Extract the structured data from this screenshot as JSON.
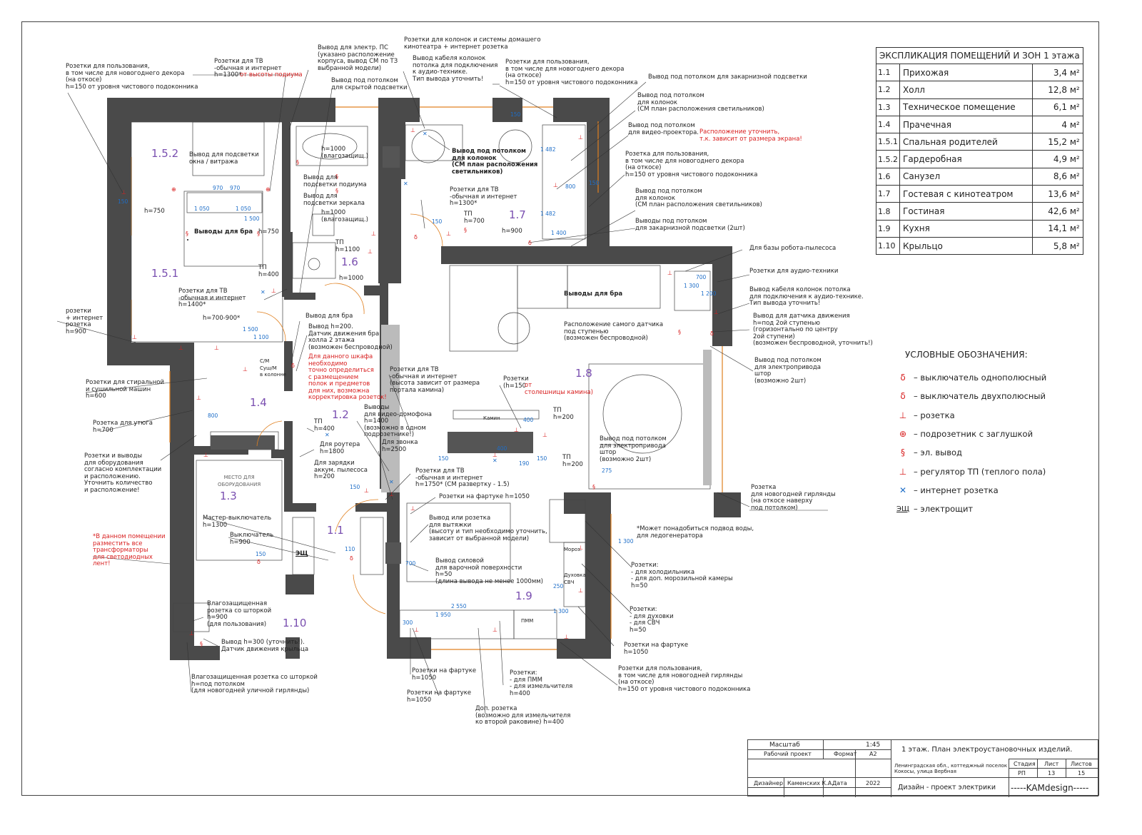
{
  "explication": {
    "title": "ЭКСПЛИКАЦИЯ ПОМЕЩЕНИЙ И ЗОН 1 этажа",
    "rows": [
      {
        "num": "1.1",
        "name": "Прихожая",
        "area": "3,4 м²"
      },
      {
        "num": "1.2",
        "name": "Холл",
        "area": "12,8 м²"
      },
      {
        "num": "1.3",
        "name": "Техническое помещение",
        "area": "6,1 м²"
      },
      {
        "num": "1.4",
        "name": "Прачечная",
        "area": "4 м²"
      },
      {
        "num": "1.5.1",
        "name": "Спальная родителей",
        "area": "15,2 м²"
      },
      {
        "num": "1.5.2",
        "name": "Гардеробная",
        "area": "4,9 м²"
      },
      {
        "num": "1.6",
        "name": "Санузел",
        "area": "8,6 м²"
      },
      {
        "num": "1.7",
        "name": "Гостевая с кинотеатром",
        "area": "13,6 м²"
      },
      {
        "num": "1.8",
        "name": "Гостиная",
        "area": "42,6 м²"
      },
      {
        "num": "1.9",
        "name": "Кухня",
        "area": "14,1 м²"
      },
      {
        "num": "1.10",
        "name": "Крыльцо",
        "area": "5,8 м²"
      }
    ]
  },
  "legend": {
    "title": "УСЛОВНЫЕ ОБОЗНАЧЕНИЯ:",
    "items": [
      {
        "icon": "switch-single-icon",
        "glyph": "δ",
        "label": "– выключатель однополюсный"
      },
      {
        "icon": "switch-double-icon",
        "glyph": "δ",
        "label": "– выключатель двухполюсный"
      },
      {
        "icon": "socket-icon",
        "glyph": "⊥",
        "label": "– розетка"
      },
      {
        "icon": "box-plug-icon",
        "glyph": "⊕",
        "label": "– подрозетник с заглушкой"
      },
      {
        "icon": "el-outlet-icon",
        "glyph": "§",
        "label": "– эл. вывод"
      },
      {
        "icon": "floor-heating-icon",
        "glyph": "⊥",
        "label": "– регулятор ТП (теплого пола)"
      },
      {
        "icon": "internet-socket-icon",
        "glyph": "✕",
        "label": "– интернет розетка"
      },
      {
        "icon": "panel-icon",
        "glyph": "ЭЩ",
        "label": "– электрощит"
      }
    ]
  },
  "rooms": [
    "1.5.2",
    "1.5.1",
    "1.6",
    "1.7",
    "1.8",
    "1.4",
    "1.2",
    "1.3",
    "1.1",
    "1.9",
    "1.10"
  ],
  "inner_labels": {
    "bath1": "h=1000\n(влагозащищ.)",
    "bath2": "h=1000\n(влагозащищ.)",
    "tp_1100": "ТП\nh=1100",
    "h1000": "h=1000",
    "tp_400": "ТП\nh=400",
    "h750a": "h=750",
    "h750b": "h=750",
    "bra": "Выводы для бра",
    "window_light": "Вывод для подсветки\nокна / витража",
    "tp_700": "ТП\nh=700",
    "h900": "h=900",
    "ceiling_speakers": "Вывод под потолком\nдля колонок\n(СМ план расположения\nсветильников)",
    "tv_guest": "Розетки для ТВ\n-обычная и интернет\nh=1300*",
    "bra2": "Выводы для бра",
    "tech_place": "МЕСТО ДЛЯ\nОБОРУДОВАНИЯ",
    "wash": "С/М\nСуш/М\nв колонне",
    "kamin": "Камин",
    "shield": "ЭЩ",
    "pmm": "ПММ",
    "fridge": "Мороз.",
    "oven": "Духовка\nСВЧ"
  },
  "dims": [
    "970",
    "970",
    "1 050",
    "1 050",
    "1 500",
    "1 100",
    "1 500",
    "150",
    "150",
    "150",
    "150",
    "1 482",
    "1 482",
    "800",
    "1 400",
    "700",
    "1 300",
    "1 200",
    "400",
    "400",
    "150",
    "190",
    "150",
    "275",
    "2 550",
    "1 950",
    "300",
    "1 300",
    "250",
    "1 300",
    "150",
    "800",
    "110",
    "150",
    "700"
  ],
  "annotations": {
    "a01": "Розетки для пользования,\nв том числе для новогоднего декора\n(на откосе)\nh=150 от уровня чистового подоконника",
    "a02": "Розетки для ТВ\n-обычная и интернет\nh=1300*",
    "a02r": "от высоты подиума",
    "a03": "Вывод для электр. ПС\n(указано расположение\nкорпуса, вывод СМ по ТЗ\nвыбранной модели)",
    "a04": "Вывод под потолком\nдля скрытой подсветки",
    "a05": "Розетки для колонок и системы домашего\nкинотеатра + интернет розетка",
    "a06": "Вывод кабеля колонок\nпотолка для подключения\nк аудио-технике.\nТип вывода уточнить!",
    "a07": "Розетки для пользования,\nв том числе для новогоднего декора\n(на откосе)\nh=150 от уровня чистового подоконника",
    "a08": "Вывод под потолком для закарнизной подсветки",
    "a09": "Вывод под потолком\nдля колонок\n(СМ план расположения светильников)",
    "a10": "Вывод под потолком\nдля видео-проектора.",
    "a10r": "Расположение уточнить,\nт.к. зависит от размера экрана!",
    "a11": "Розетка для пользования,\nв том числе для новогоднего декора\n(на откосе)\nh=150 от уровня чистового подоконника",
    "a12": "Вывод под потолком\nдля колонок\n(СМ план расположения светильников)",
    "a13": "Выводы под потолком\nдля закарнизной подсветки (2шт)",
    "a14": "Для базы робота-пылесоса",
    "a15": "Розетки для аудио-техники",
    "a16": "Вывод кабеля колонок потолка\nдля подключения к аудио-технике.\nТип вывода уточнить!",
    "a17": "Вывод для датчика движения\nh=под 2ой ступенью\n(горизонтально по центру\n2ой ступени)\n(возможен беспроводной, уточнить!)",
    "a18": "Расположение самого датчика\nпод ступенью\n(возможен беспроводной)",
    "a19": "Вывод под потолком\nдля электропривода\nштор\n(возможно 2шт)",
    "a20": "Вывод под потолком\nдля электропривода\nштор\n(возможно 2шт)",
    "a21": "Розетка\nдля новогодней гирлянды\n(на откосе наверху\nпод потолком)",
    "a22": "*Может понадобиться подвод воды,\nдля ледогенератора",
    "a23": "Розетки:\n- для холодильника\n- для доп. морозильной камеры\nh=50",
    "a24": "Розетки:\n- для духовки\n- для СВЧ\nh=50",
    "a25": "Розетки на фартуке\nh=1050",
    "a26": "Розетки для пользования,\nв том числе для новогодней гирлянды\n(на откосе)\nh=150 от уровня чистового подоконника",
    "a27": "Доп. розетка\n(возможно для измельчителя\nко второй раковине) h=400",
    "a28": "Розетки:\n- для ПММ\n- для измельчителя\nh=400",
    "a29": "Розетки на фартуке\nh=1050",
    "a30": "Розетки на фартуке\nh=1050",
    "a31": "Влагозащищенная розетка со шторкой\nh=под потолком\n(для новогодней уличной гирлянды)",
    "a32": "Вывод h=300 (уточнить!).\nДатчик движения крыльца",
    "a33": "Влагозащищенная\nрозетка со шторкой\nh=900\n(для пользования)",
    "a34r": "*В данном помещении\nразместить все\nтрансформаторы\nдля светодиодных\nлент!",
    "a35": "Выключатель\nh=900",
    "a36": "Мастер-выключатель\nh=1300",
    "a37": "Розетки и выводы\nдля оборудования\nсогласно комплектации\nи расположению.\nУточнить количество\nи расположение!",
    "a38": "Розетка для утюга\nh=700",
    "a39": "Розетки для стиральной\nи сушильной машин\nh=600",
    "a40": "розетки\n+ интернет\nрозетка\nh=900",
    "a41": "Розетки для ТВ\n-обычная и интернет\nh=1400*",
    "a42": "h=700-900*",
    "a43": "Вывод для бра",
    "a44": "Вывод h=200.\nДатчик движения бра\nхолла 2 этажа\n(возможен беспроводной)",
    "a45r": "Для данного шкафа\nнеобходимо\nточно определиться\nс размещением\nполок и предметов\nдля них, возможна\nкорректировка розеток!",
    "a46": "ТП\nh=400",
    "a47": "Для роутера\nh=1800",
    "a48": "Для зарядки\nаккум. пылесоса\nh=200",
    "a49": "Розетки для ТВ\n-обычная и интернет\n(высота зависит от размера\nпортала камина)",
    "a50": "Выводы\nдля видео-домофона\nh=1400\n(возможно в одном\nподрозетнике!)",
    "a51": "Для звонка\nh=2500",
    "a52": "Розетки для ТВ\n-обычная и интернет\nh=1750* (СМ развертку - 1.5)",
    "a53": "Розетки на фартуке h=1050",
    "a54": "Вывод или розетка\nдля вытяжки\n(высоту и тип необходимо уточнить,\nзависит от выбранной модели)",
    "a55": "Вывод силовой\nдля варочной поверхности\nh=50\n(длина вывода не менее 1000мм)",
    "a56": "Розетки\n(h=150",
    "a56r": "от\nстолешницы камина)",
    "a57": "ТП\nh=200",
    "a58": "ТП\nh=200",
    "a59": "Вывод для\nподсветки подиума",
    "a60": "Вывод для\nподсветки зеркала",
    "a61": "Вывод под потолком\nдля колонок\n(СМ план расположения\nсветильников)"
  },
  "stamp": {
    "scale_label": "Масштаб",
    "scale": "1:45",
    "work": "Рабочий проект",
    "format_label": "Формат",
    "format": "А2",
    "designer_label": "Дизайнер",
    "designer": "Каменских К.А.",
    "date_label": "Дата",
    "year": "2022",
    "title": "1 этаж. План электроустановочных изделий.",
    "address": "Ленинградская обл., коттеджный поселок\nКокосы, улица Вербная",
    "stage_label": "Стадия",
    "sheet_label": "Лист",
    "sheets_label": "Листов",
    "stage": "РП",
    "sheet": "13",
    "sheets": "15",
    "project": "Дизайн - проект электрики",
    "brand": "-----KAMdesign-----"
  }
}
